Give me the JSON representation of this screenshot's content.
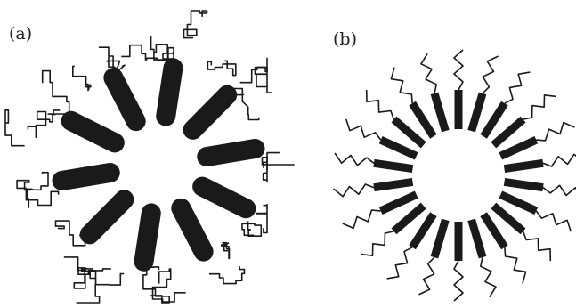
{
  "panels": [
    {
      "label": "(a)",
      "rods": 10,
      "chains": "coiled"
    },
    {
      "label": "(b)",
      "rods": 22,
      "chains": "zigzag"
    }
  ],
  "colors": {
    "ink": "#1a1a1a",
    "background": "#ffffff"
  }
}
